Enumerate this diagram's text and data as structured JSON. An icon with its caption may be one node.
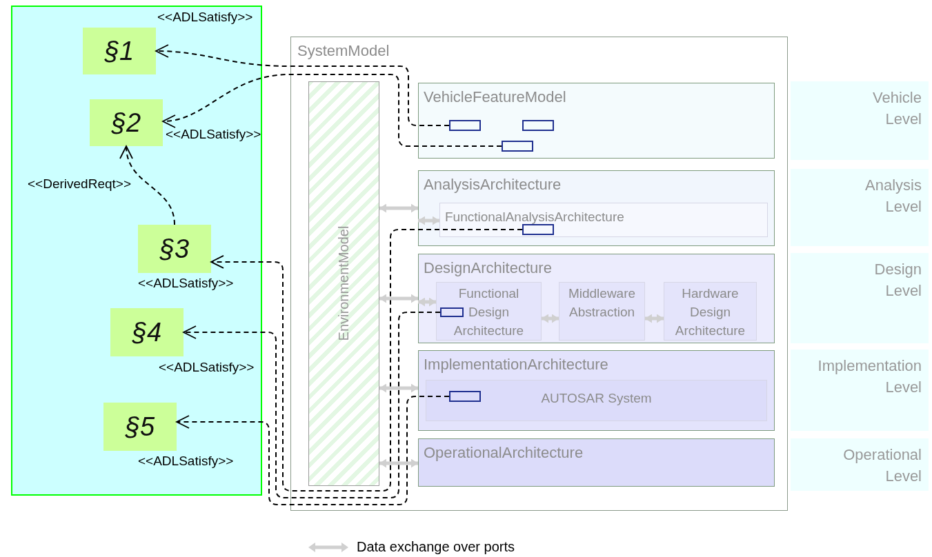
{
  "diagram": {
    "nodes": [
      {
        "text": [],
        "shape": "box"
      },
      {
        "text": [
          "§1"
        ],
        "in": 0
      },
      {
        "text": [
          "§2"
        ],
        "in": 0
      },
      {
        "text": [
          "§3"
        ],
        "in": 0
      },
      {
        "text": [
          "§4"
        ],
        "in": 0
      },
      {
        "text": [
          "§5"
        ],
        "in": 0
      },
      {
        "text": [
          "SystemModel"
        ]
      },
      {
        "text": [
          "EnvironmentModel"
        ],
        "in": 6
      },
      {
        "text": [
          "VehicleFeatureModel"
        ],
        "in": 6
      },
      {
        "text": [],
        "shape": "box",
        "in": 8
      },
      {
        "text": [],
        "shape": "box",
        "in": 8
      },
      {
        "text": [],
        "shape": "box",
        "in": 8
      },
      {
        "text": [
          "AnalysisArchitecture"
        ],
        "in": 6
      },
      {
        "text": [
          "FunctionalAnalysisArchitecture"
        ],
        "in": 12
      },
      {
        "text": [],
        "shape": "box",
        "in": 13
      },
      {
        "text": [
          "DesignArchitecture"
        ],
        "in": 6
      },
      {
        "text": [
          "Functional Design Architecture"
        ],
        "in": 15
      },
      {
        "text": [],
        "shape": "box",
        "in": 16
      },
      {
        "text": [
          "Middleware Abstraction"
        ],
        "in": 15
      },
      {
        "text": [
          "Hardware Design Architecture"
        ],
        "in": 15
      },
      {
        "text": [
          "ImplementationArchitecture"
        ],
        "in": 6
      },
      {
        "text": [
          "AUTOSAR System"
        ],
        "in": 20
      },
      {
        "text": [],
        "shape": "box",
        "in": 21
      },
      {
        "text": [
          "OperationalArchitecture"
        ],
        "in": 6
      },
      {
        "text": [
          "Vehicle Level"
        ]
      },
      {
        "text": [
          "Analysis Level"
        ]
      },
      {
        "text": [
          "Design Level"
        ]
      },
      {
        "text": [
          "Implementation Level"
        ]
      },
      {
        "text": [
          "Operational Level"
        ]
      }
    ],
    "edges": [
      {
        "from": 9,
        "to": 1,
        "arrow": "to",
        "label": "<<ADLSatisfy>>",
        "style": "dashed",
        "color": "#000000"
      },
      {
        "from": 11,
        "to": 2,
        "arrow": "to",
        "label": "<<ADLSatisfy>>",
        "style": "dashed",
        "color": "#000000"
      },
      {
        "from": 3,
        "to": 2,
        "arrow": "to",
        "label": "<<DerivedReqt>>",
        "style": "dashed",
        "color": "#000000"
      },
      {
        "from": 14,
        "to": 3,
        "arrow": "to",
        "label": "<<ADLSatisfy>>",
        "style": "dashed",
        "color": "#000000"
      },
      {
        "from": 17,
        "to": 4,
        "arrow": "to",
        "label": "<<ADLSatisfy>>",
        "style": "dashed",
        "color": "#000000"
      },
      {
        "from": 22,
        "to": 5,
        "arrow": "to",
        "label": "<<ADLSatisfy>>",
        "style": "dashed",
        "color": "#000000"
      },
      {
        "from": 7,
        "to": 12,
        "arrow": "both"
      },
      {
        "from": 7,
        "to": 15,
        "arrow": "both"
      },
      {
        "from": 7,
        "to": 20,
        "arrow": "both"
      },
      {
        "from": 7,
        "to": 23,
        "arrow": "both"
      },
      {
        "from": 12,
        "to": 13,
        "arrow": "both"
      },
      {
        "from": 15,
        "to": 16,
        "arrow": "both"
      },
      {
        "from": 16,
        "to": 18,
        "arrow": "both"
      },
      {
        "from": 18,
        "to": 19,
        "arrow": "both"
      }
    ],
    "legend": [
      {
        "text": "Data exchange over ports"
      }
    ]
  }
}
